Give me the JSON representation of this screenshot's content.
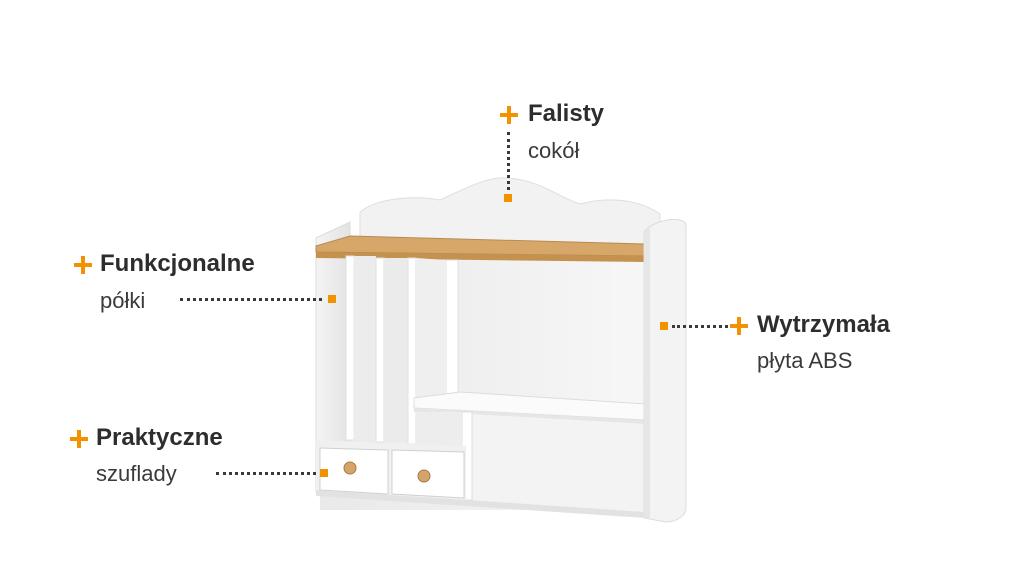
{
  "accent_color": "#f39200",
  "callouts": {
    "top": {
      "title": "Falisty",
      "subtitle": "cokół",
      "icon": "plus-icon"
    },
    "left": {
      "title": "Funkcjonalne",
      "subtitle": "półki",
      "icon": "plus-icon"
    },
    "right": {
      "title": "Wytrzymała",
      "subtitle": "płyta ABS",
      "icon": "plus-icon"
    },
    "bottom": {
      "title": "Praktyczne",
      "subtitle": "szuflady",
      "icon": "plus-icon"
    }
  }
}
